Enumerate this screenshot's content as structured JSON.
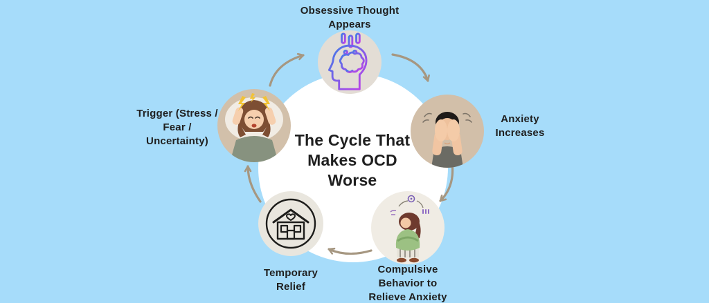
{
  "diagram": {
    "type": "cycle",
    "title": "The Cycle That Makes OCD Worse",
    "nodes": [
      {
        "label": "Obsessive Thought Appears",
        "position": "top",
        "icon": "brain-head-icon",
        "circle_color": "#e3ddd5"
      },
      {
        "label": "Anxiety Increases",
        "position": "right",
        "icon": "person-covering-face-illustration",
        "circle_color": "#d2bfa9"
      },
      {
        "label": "Compulsive Behavior to Relieve Anxiety",
        "position": "bottom-right",
        "icon": "person-hugging-knees-illustration",
        "circle_color": "#f0ece4"
      },
      {
        "label": "Temporary Relief",
        "position": "bottom-left",
        "icon": "house-heart-icon",
        "circle_color": "#e9e6de"
      },
      {
        "label": "Trigger (Stress / Fear / Uncertainty)",
        "position": "left",
        "icon": "stressed-person-illustration",
        "circle_color": "#d2c0aa"
      }
    ],
    "arrows": [
      {
        "from": "Trigger (Stress / Fear / Uncertainty)",
        "to": "Obsessive Thought Appears"
      },
      {
        "from": "Obsessive Thought Appears",
        "to": "Anxiety Increases"
      },
      {
        "from": "Anxiety Increases",
        "to": "Compulsive Behavior to Relieve Anxiety"
      },
      {
        "from": "Compulsive Behavior to Relieve Anxiety",
        "to": "Temporary Relief"
      },
      {
        "from": "Temporary Relief",
        "to": "Trigger (Stress / Fear / Uncertainty)"
      }
    ],
    "colors": {
      "background": "#a6dcfa",
      "center_circle": "#ffffff",
      "arrow": "#a69781",
      "text": "#1f1f1f",
      "brain_icon_gradient_start": "#3f7de8",
      "brain_icon_gradient_end": "#c23ee8"
    }
  }
}
